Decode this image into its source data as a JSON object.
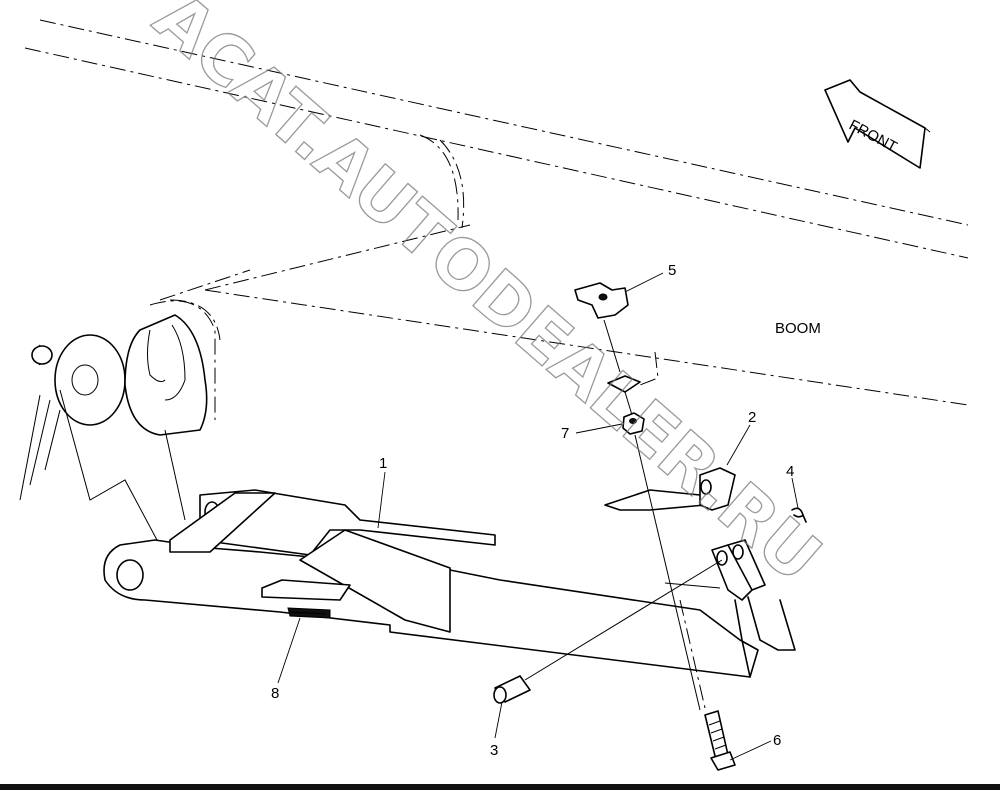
{
  "watermark": "ACAT.AUTODEALER.RU",
  "front_arrow_label": "FRONT",
  "boom_label": "BOOM",
  "callouts": [
    {
      "id": "1",
      "text": "1"
    },
    {
      "id": "2",
      "text": "2"
    },
    {
      "id": "3",
      "text": "3"
    },
    {
      "id": "4",
      "text": "4"
    },
    {
      "id": "5",
      "text": "5"
    },
    {
      "id": "6",
      "text": "6"
    },
    {
      "id": "7",
      "text": "7"
    },
    {
      "id": "8",
      "text": "8"
    }
  ]
}
